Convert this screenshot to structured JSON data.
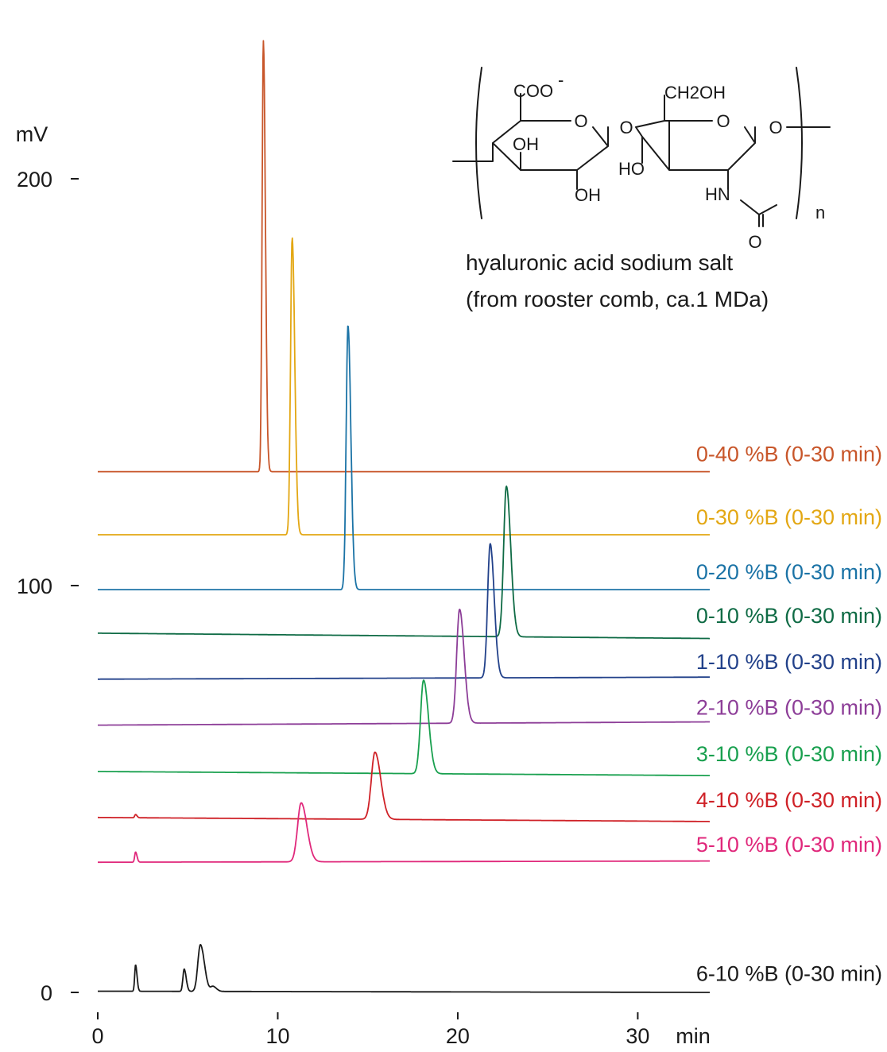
{
  "chart_data": {
    "type": "line",
    "xlabel": "min",
    "ylabel": "mV",
    "xlim": [
      0,
      34
    ],
    "ylim": [
      0,
      225
    ],
    "x_ticks": [
      0,
      10,
      20,
      30
    ],
    "y_ticks": [
      0,
      100,
      200
    ],
    "grid": false,
    "series": [
      {
        "name": "0-40 %B (0-30 min)",
        "color": "#c8562a",
        "offset": 128,
        "baseline_end": 128,
        "peaks": [
          {
            "t": 9.2,
            "h": 106,
            "w": 0.07
          }
        ]
      },
      {
        "name": "0-30 %B (0-30 min)",
        "color": "#e3a713",
        "offset": 112.5,
        "baseline_end": 112.5,
        "peaks": [
          {
            "t": 10.8,
            "h": 73,
            "w": 0.09
          }
        ]
      },
      {
        "name": "0-20 %B (0-30 min)",
        "color": "#1b73a6",
        "offset": 99,
        "baseline_end": 99,
        "peaks": [
          {
            "t": 13.9,
            "h": 65,
            "w": 0.1
          }
        ]
      },
      {
        "name": "0-10 %B (0-30 min)",
        "color": "#0f6b45",
        "offset": 88.3,
        "baseline_end": 87,
        "peaks": [
          {
            "t": 22.7,
            "h": 37,
            "w": 0.15
          }
        ]
      },
      {
        "name": "1-10 %B (0-30 min)",
        "color": "#22418a",
        "offset": 77,
        "baseline_end": 77.5,
        "peaks": [
          {
            "t": 21.8,
            "h": 33,
            "w": 0.14
          }
        ]
      },
      {
        "name": "2-10 %B (0-30 min)",
        "color": "#8d3e98",
        "offset": 65.7,
        "baseline_end": 66.5,
        "peaks": [
          {
            "t": 20.1,
            "h": 28,
            "w": 0.16
          }
        ]
      },
      {
        "name": "3-10 %B (0-30 min)",
        "color": "#19a04f",
        "offset": 54.3,
        "baseline_end": 53.3,
        "peaks": [
          {
            "t": 18.1,
            "h": 23,
            "w": 0.17
          }
        ]
      },
      {
        "name": "4-10 %B (0-30 min)",
        "color": "#cf2127",
        "offset": 43,
        "baseline_end": 42,
        "peaks": [
          {
            "t": 2.1,
            "h": 0.8,
            "w": 0.05
          },
          {
            "t": 15.4,
            "h": 16.5,
            "w": 0.2
          }
        ]
      },
      {
        "name": "5-10 %B (0-30 min)",
        "color": "#e0287b",
        "offset": 32,
        "baseline_end": 32.3,
        "peaks": [
          {
            "t": 2.1,
            "h": 2.5,
            "w": 0.05
          },
          {
            "t": 11.3,
            "h": 14.5,
            "w": 0.2
          }
        ]
      },
      {
        "name": "6-10 %B (0-30 min)",
        "color": "#1a1a1a",
        "offset": 0.3,
        "baseline_end": 0,
        "peaks": [
          {
            "t": 2.1,
            "h": 6.5,
            "w": 0.05
          },
          {
            "t": 4.8,
            "h": 5.5,
            "w": 0.07
          },
          {
            "t": 5.7,
            "h": 11.5,
            "w": 0.14
          },
          {
            "t": 6.4,
            "h": 1.2,
            "w": 0.12
          }
        ]
      }
    ]
  },
  "structure": {
    "labels": [
      "COO",
      "-",
      "O",
      "O",
      "OH",
      "OH",
      "CH2OH",
      "O",
      "O",
      "HO",
      "HN",
      "O",
      "n"
    ],
    "caption_line1": "hyaluronic acid sodium salt",
    "caption_line2": "(from rooster comb, ca.1 MDa)"
  }
}
